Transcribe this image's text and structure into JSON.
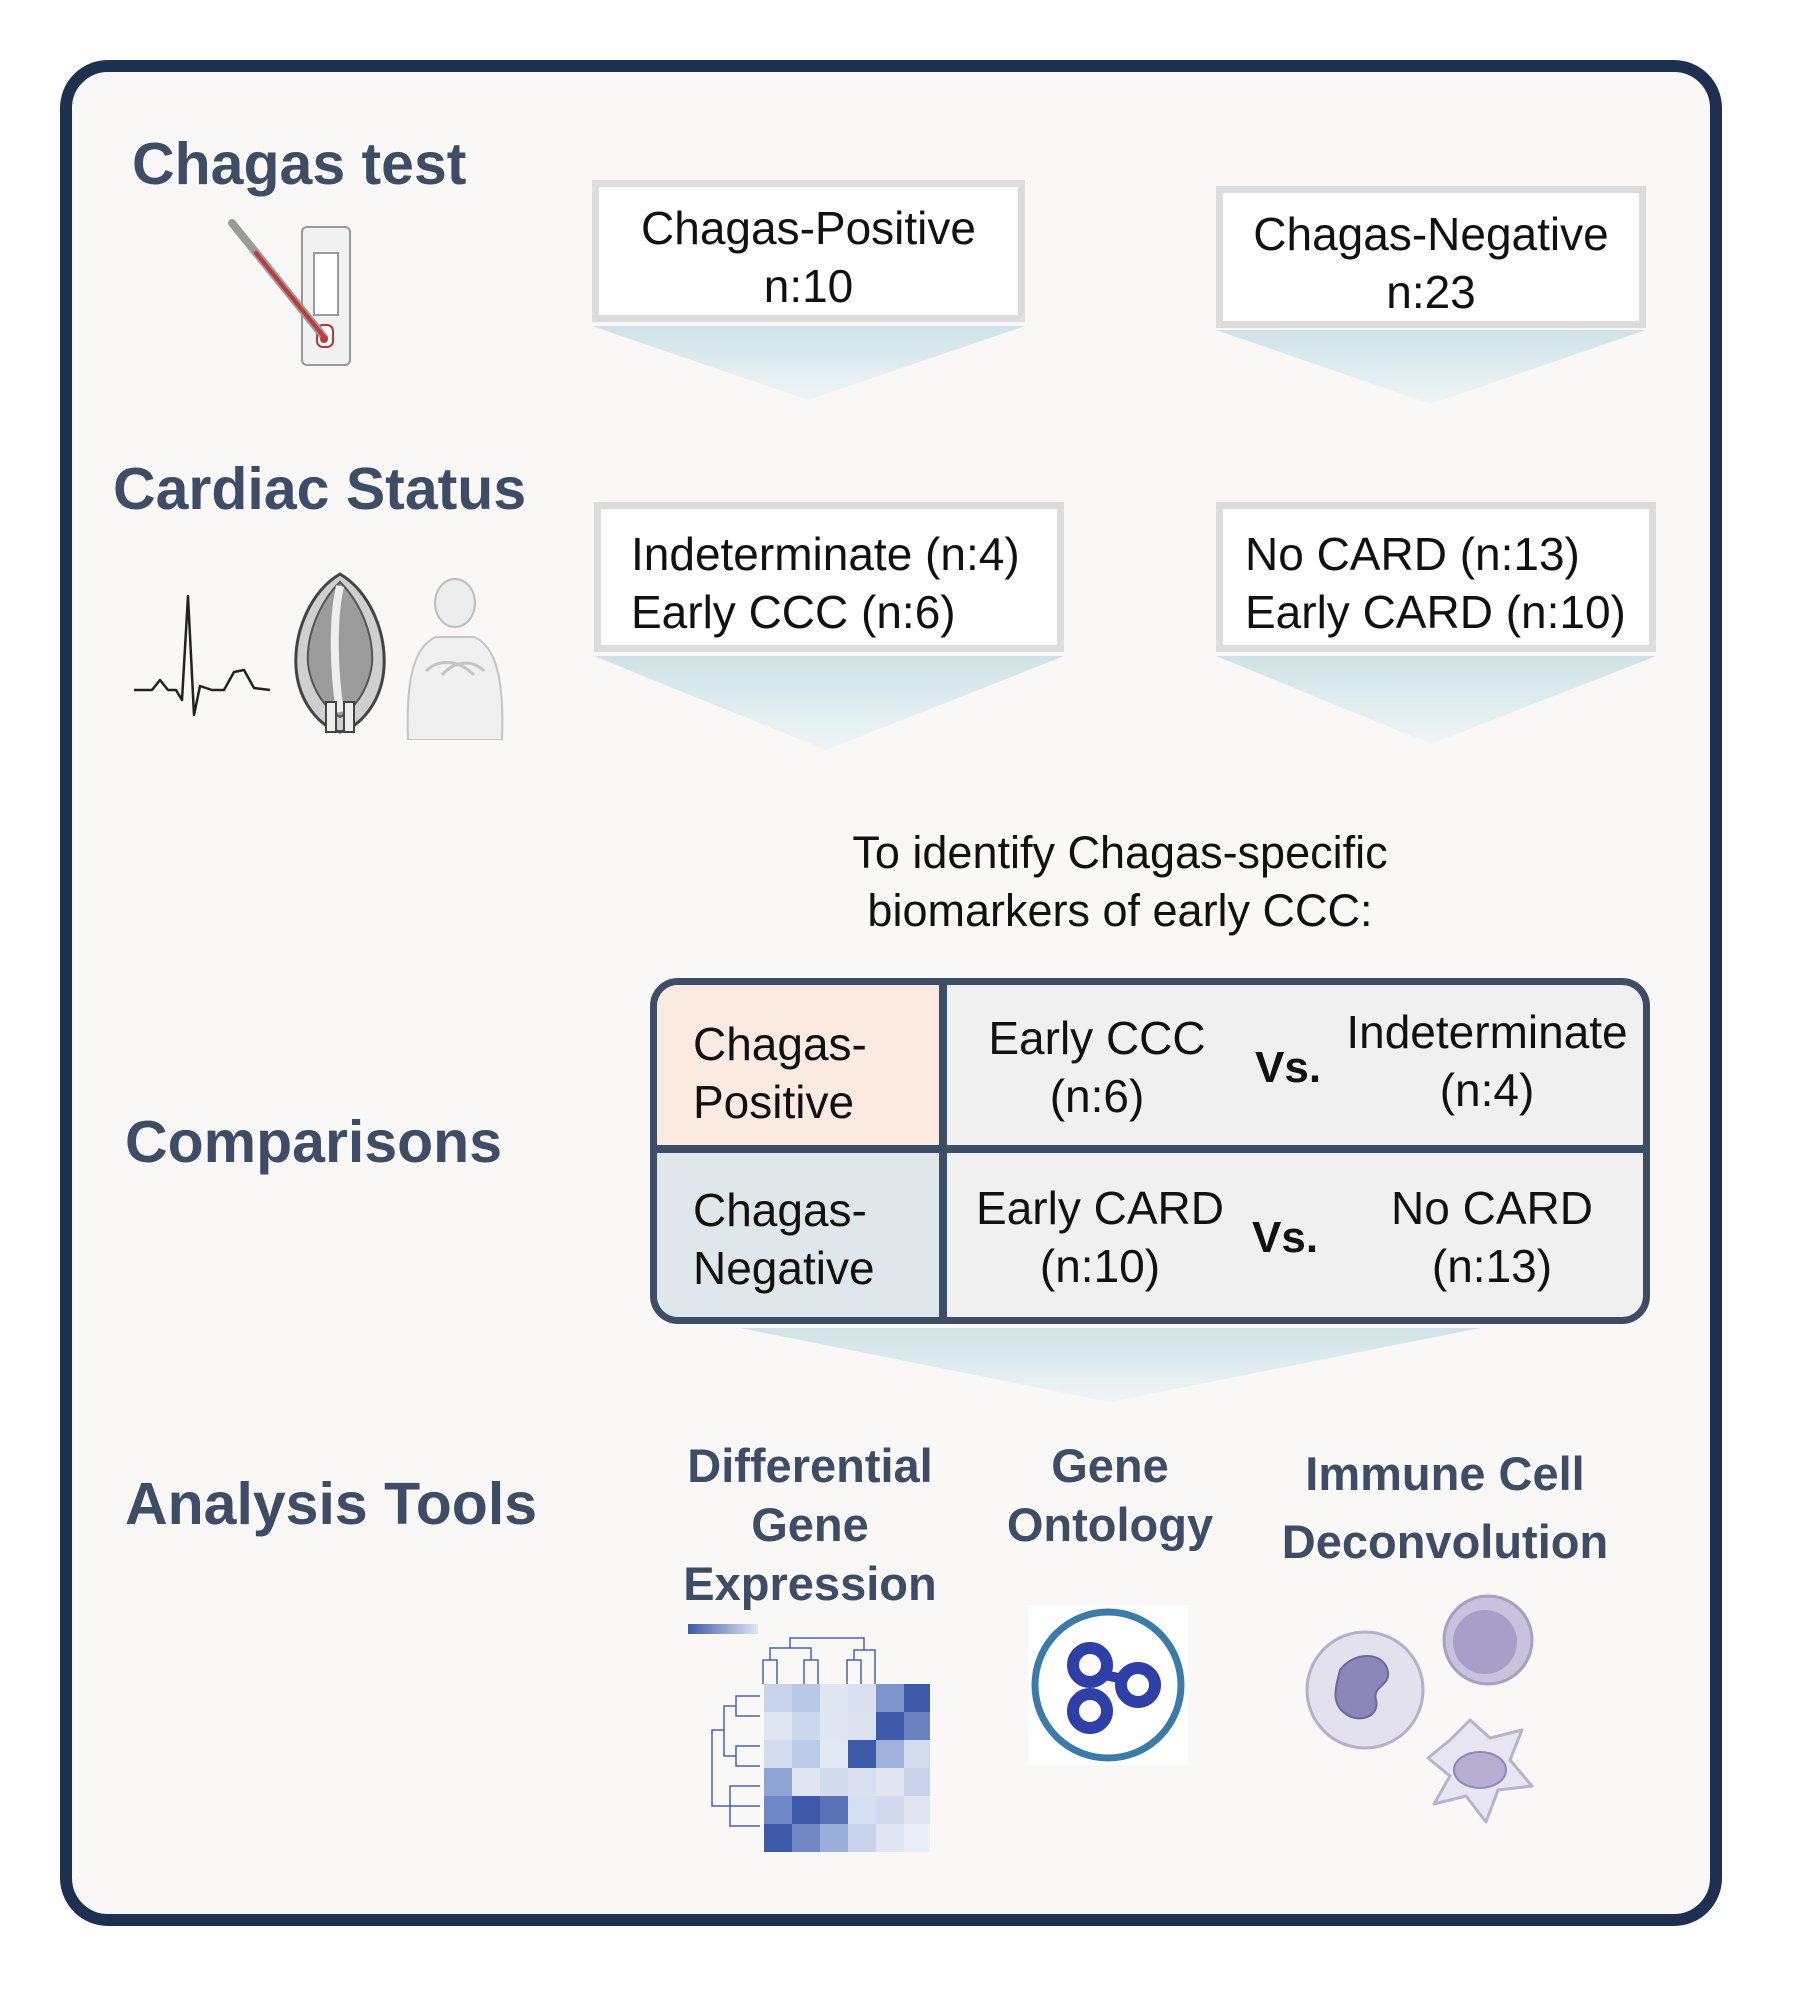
{
  "sections": {
    "chagas_test": "Chagas test",
    "cardiac_status": "Cardiac Status",
    "comparisons": "Comparisons",
    "analysis_tools": "Analysis Tools"
  },
  "chagas_boxes": {
    "positive": {
      "line1": "Chagas-Positive",
      "line2": "n:10"
    },
    "negative": {
      "line1": "Chagas-Negative",
      "line2": "n:23"
    }
  },
  "cardiac_boxes": {
    "positive": {
      "line1": "Indeterminate (n:4)",
      "line2": "Early CCC (n:6)"
    },
    "negative": {
      "line1": "No CARD (n:13)",
      "line2": "Early CARD (n:10)"
    }
  },
  "intro": {
    "line1": "To identify Chagas-specific",
    "line2": "biomarkers of early CCC:"
  },
  "comparison_table": {
    "rows": [
      {
        "group_line1": "Chagas-",
        "group_line2": "Positive",
        "left_line1": "Early CCC",
        "left_line2": "(n:6)",
        "vs": "Vs.",
        "right_line1": "Indeterminate",
        "right_line2": "(n:4)"
      },
      {
        "group_line1": "Chagas-",
        "group_line2": "Negative",
        "left_line1": "Early CARD",
        "left_line2": "(n:10)",
        "vs": "Vs.",
        "right_line1": "No CARD",
        "right_line2": "(n:13)"
      }
    ]
  },
  "tools": {
    "dge": {
      "line1": "Differential",
      "line2": "Gene",
      "line3": "Expression"
    },
    "go": {
      "line1": "Gene",
      "line2": "Ontology"
    },
    "icd": {
      "line1": "Immune Cell",
      "line2": "Deconvolution"
    }
  },
  "colors": {
    "frame": "#1e2f52",
    "title_text": "#3d4d66",
    "positive_cell": "#fbeae0",
    "negative_cell": "#dfe7ea",
    "arrow_fill": "#d4e6ea",
    "heatmap_dark": "#3d5aa8"
  },
  "icons": [
    "rapid-test-icon",
    "ecg-trace-icon",
    "heart-cross-section-icon",
    "person-chest-pain-icon",
    "heatmap-dendrogram-icon",
    "gene-ontology-logo-icon",
    "immune-cells-icon"
  ]
}
